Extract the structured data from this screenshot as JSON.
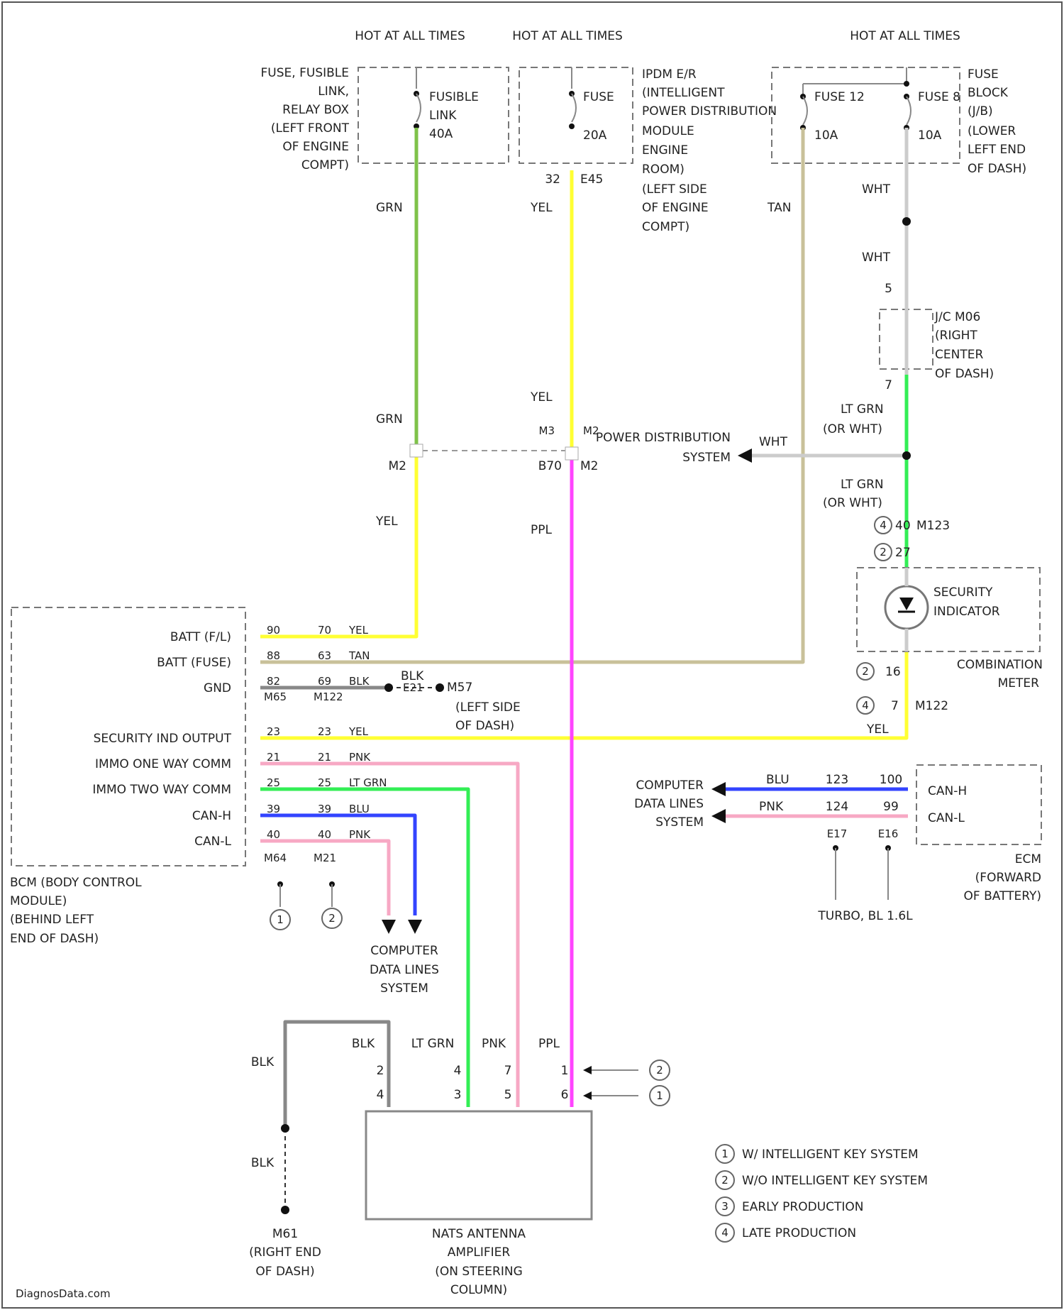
{
  "colors": {
    "grn": "#7fc24a",
    "yel": "#ffff33",
    "tan": "#c8c19a",
    "ppl": "#ff44ff",
    "pnk": "#f7a8c4",
    "ltgrn": "#33ee55",
    "blu": "#3344ff",
    "blk": "#888888",
    "wht": "#cccccc"
  },
  "hot_label": "HOT AT ALL TIMES",
  "fusible_relay_box": {
    "lines": [
      "FUSE, FUSIBLE",
      "LINK,",
      "RELAY BOX",
      "(LEFT FRONT",
      "OF ENGINE",
      "COMPT)"
    ],
    "fuse_name": [
      "FUSIBLE",
      "LINK"
    ],
    "rating": "40A"
  },
  "ipdm": {
    "fuse_name": "FUSE",
    "rating": "20A",
    "pins": [
      "32",
      "E45"
    ],
    "lines": [
      "IPDM E/R",
      "(INTELLIGENT",
      "POWER DISTRIBUTION",
      "MODULE",
      "ENGINE",
      "ROOM)",
      "(LEFT SIDE",
      "OF ENGINE",
      "COMPT)"
    ]
  },
  "fuse_block": {
    "fuse12": "FUSE 12",
    "fuse8": "FUSE 8",
    "rating12": "10A",
    "rating8": "10A",
    "lines": [
      "FUSE",
      "BLOCK",
      "(J/B)",
      "(LOWER",
      "LEFT END",
      "OF DASH)"
    ]
  },
  "wires": {
    "grn": "GRN",
    "yel": "YEL",
    "tan": "TAN",
    "wht": "WHT",
    "ppl": "PPL",
    "ltgrn_orwht": [
      "LT GRN",
      "(OR WHT)"
    ],
    "blk": "BLK",
    "pnk": "PNK",
    "ltgrn": "LT GRN",
    "blu": "BLU"
  },
  "jc": {
    "pin_top": "5",
    "pin_bottom": "7",
    "lines": [
      "J/C M06",
      "(RIGHT",
      "CENTER",
      "OF DASH)"
    ]
  },
  "power_dist": {
    "lines": [
      "POWER DISTRIBUTION",
      "SYSTEM"
    ],
    "pins": [
      "M3",
      "M2",
      "B70",
      "M2"
    ]
  },
  "meter": {
    "c1": "4",
    "c1_pin": "40",
    "conn_top": "M123",
    "c2": "2",
    "c2_pin": "27",
    "indicator": [
      "SECURITY",
      "INDICATOR"
    ],
    "name": [
      "COMBINATION",
      "METER"
    ],
    "c3": "2",
    "c3_pin": "16",
    "c4": "4",
    "c4_pin": "7",
    "conn_bottom": "M122"
  },
  "bcm": {
    "pins": [
      {
        "name": "BATT (F/L)",
        "a": "90",
        "b": "70",
        "wire": "YEL"
      },
      {
        "name": "BATT (FUSE)",
        "a": "88",
        "b": "63",
        "wire": "TAN"
      },
      {
        "name": "GND",
        "a": "82",
        "b": "69",
        "wire": "BLK"
      },
      {
        "name": "SECURITY IND OUTPUT",
        "a": "23",
        "b": "23",
        "wire": "YEL"
      },
      {
        "name": "IMMO ONE WAY COMM",
        "a": "21",
        "b": "21",
        "wire": "PNK"
      },
      {
        "name": "IMMO TWO WAY COMM",
        "a": "25",
        "b": "25",
        "wire": "LT GRN"
      },
      {
        "name": "CAN-H",
        "a": "39",
        "b": "39",
        "wire": "BLU"
      },
      {
        "name": "CAN-L",
        "a": "40",
        "b": "40",
        "wire": "PNK"
      }
    ],
    "conn_gnd": [
      "M65",
      "M122"
    ],
    "conn_bottom": [
      "M64",
      "M21"
    ],
    "markers": [
      "1",
      "2"
    ],
    "lines": [
      "BCM (BODY CONTROL",
      "MODULE)",
      "(BEHIND LEFT",
      "END OF DASH)"
    ]
  },
  "ground_m57": {
    "pins": [
      "E21",
      "M57"
    ],
    "lines": [
      "(LEFT SIDE",
      "OF DASH)"
    ]
  },
  "computer_data_lines": [
    "COMPUTER",
    "DATA LINES",
    "SYSTEM"
  ],
  "ecm": {
    "blu_pin": "123",
    "pnk_pin": "124",
    "canh_pin": "100",
    "canl_pin": "99",
    "canh": "CAN-H",
    "canl": "CAN-L",
    "conn": [
      "E17",
      "E16"
    ],
    "turbo": "TURBO, BL 1.6L",
    "lines": [
      "ECM",
      "(FORWARD",
      "OF BATTERY)"
    ]
  },
  "antenna": {
    "wire_labels": [
      "BLK",
      "LT GRN",
      "PNK",
      "PPL"
    ],
    "row1_pins": [
      "2",
      "4",
      "7",
      "1"
    ],
    "row2_pins": [
      "4",
      "3",
      "5",
      "6"
    ],
    "markers": [
      "2",
      "1"
    ],
    "lines": [
      "NATS ANTENNA",
      "AMPLIFIER",
      "(ON STEERING",
      "COLUMN)"
    ]
  },
  "ground_m61": {
    "wire": "BLK",
    "lines": [
      "M61",
      "(RIGHT END",
      "OF DASH)"
    ]
  },
  "legend": [
    {
      "n": "1",
      "text": "W/ INTELLIGENT KEY SYSTEM"
    },
    {
      "n": "2",
      "text": "W/O INTELLIGENT KEY SYSTEM"
    },
    {
      "n": "3",
      "text": "EARLY PRODUCTION"
    },
    {
      "n": "4",
      "text": "LATE PRODUCTION"
    }
  ],
  "watermark": "DiagnosData.com"
}
